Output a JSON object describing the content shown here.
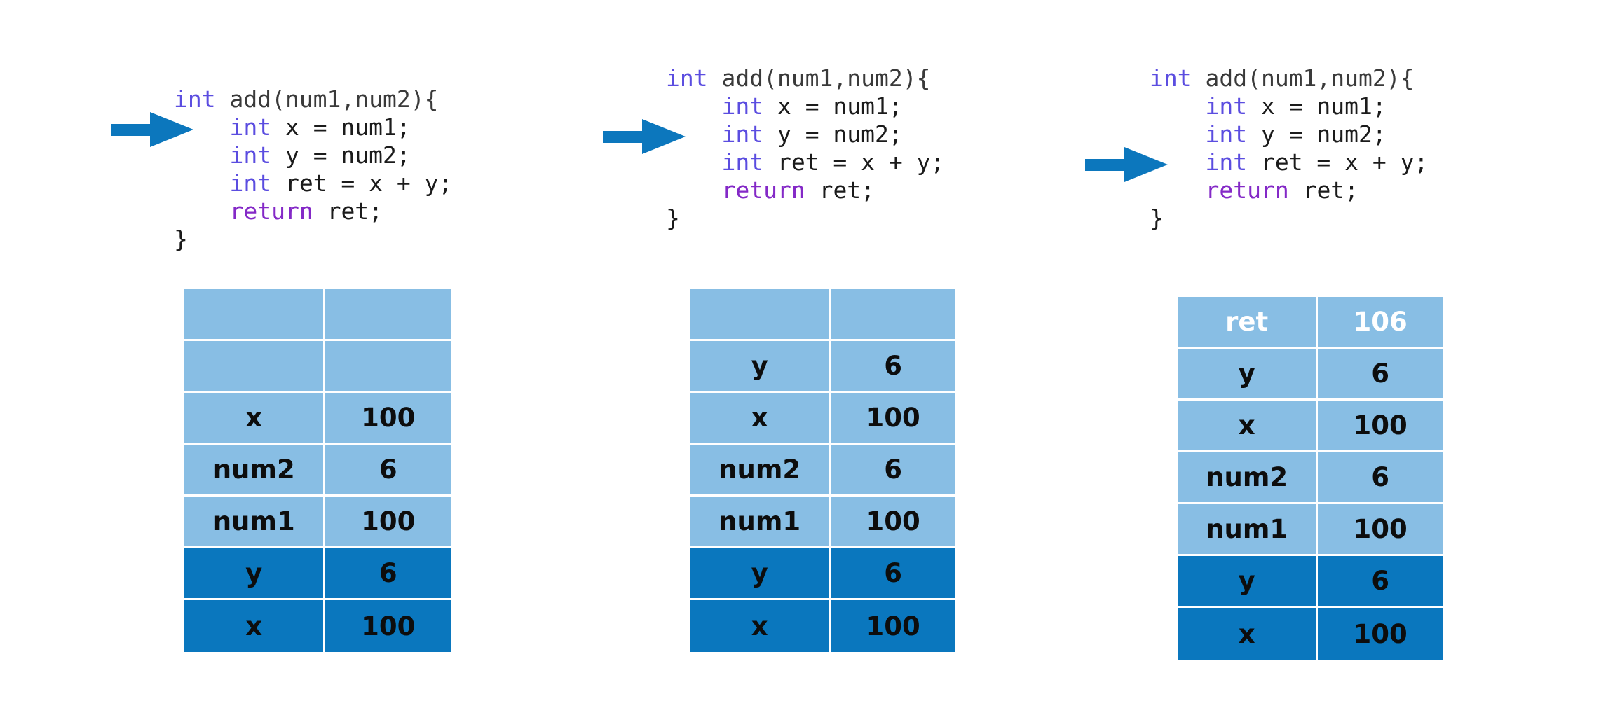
{
  "meta": {
    "background_color": "#ffffff",
    "arrow_color": "#0c77bd",
    "row_light_color": "#88bee4",
    "row_dark_color": "#0a77be",
    "grid_line_color": "#ffffff",
    "keyword_int_color": "#5b4de0",
    "keyword_return_color": "#8429c7",
    "code_text_color": "#1b1b1b"
  },
  "panels": [
    {
      "id": "panel-1",
      "arrow_name": "execution-pointer-arrow",
      "arrow_target_line_index": 1,
      "code": {
        "lines": [
          {
            "indent": "",
            "kw": "int",
            "kw_type": "int",
            "rest": " add(num1,num2){"
          },
          {
            "indent": "    ",
            "kw": "int",
            "kw_type": "int",
            "rest": " x = num1;"
          },
          {
            "indent": "    ",
            "kw": "int",
            "kw_type": "int",
            "rest": " y = num2;"
          },
          {
            "indent": "    ",
            "kw": "int",
            "kw_type": "int",
            "rest": " ret = x + y;"
          },
          {
            "indent": "    ",
            "kw": "return",
            "kw_type": "return",
            "rest": " ret;"
          },
          {
            "indent": "",
            "kw": "",
            "kw_type": "none",
            "rest": "}"
          }
        ]
      },
      "stack": {
        "name": "call-stack-table",
        "rows": [
          {
            "name": "",
            "value": "",
            "shade": "light",
            "white_text": false
          },
          {
            "name": "",
            "value": "",
            "shade": "light",
            "white_text": false
          },
          {
            "name": "x",
            "value": "100",
            "shade": "light",
            "white_text": false
          },
          {
            "name": "num2",
            "value": "6",
            "shade": "light",
            "white_text": false
          },
          {
            "name": "num1",
            "value": "100",
            "shade": "light",
            "white_text": false
          },
          {
            "name": "y",
            "value": "6",
            "shade": "dark",
            "white_text": false
          },
          {
            "name": "x",
            "value": "100",
            "shade": "dark",
            "white_text": false
          }
        ]
      }
    },
    {
      "id": "panel-2",
      "arrow_name": "execution-pointer-arrow",
      "arrow_target_line_index": 2,
      "code": {
        "lines": [
          {
            "indent": "",
            "kw": "int",
            "kw_type": "int",
            "rest": " add(num1,num2){"
          },
          {
            "indent": "    ",
            "kw": "int",
            "kw_type": "int",
            "rest": " x = num1;"
          },
          {
            "indent": "    ",
            "kw": "int",
            "kw_type": "int",
            "rest": " y = num2;"
          },
          {
            "indent": "    ",
            "kw": "int",
            "kw_type": "int",
            "rest": " ret = x + y;"
          },
          {
            "indent": "    ",
            "kw": "return",
            "kw_type": "return",
            "rest": " ret;"
          },
          {
            "indent": "",
            "kw": "",
            "kw_type": "none",
            "rest": "}"
          }
        ]
      },
      "stack": {
        "name": "call-stack-table",
        "rows": [
          {
            "name": "",
            "value": "",
            "shade": "light",
            "white_text": false
          },
          {
            "name": "y",
            "value": "6",
            "shade": "light",
            "white_text": false
          },
          {
            "name": "x",
            "value": "100",
            "shade": "light",
            "white_text": false
          },
          {
            "name": "num2",
            "value": "6",
            "shade": "light",
            "white_text": false
          },
          {
            "name": "num1",
            "value": "100",
            "shade": "light",
            "white_text": false
          },
          {
            "name": "y",
            "value": "6",
            "shade": "dark",
            "white_text": false
          },
          {
            "name": "x",
            "value": "100",
            "shade": "dark",
            "white_text": false
          }
        ]
      }
    },
    {
      "id": "panel-3",
      "arrow_name": "execution-pointer-arrow",
      "arrow_target_line_index": 3,
      "code": {
        "lines": [
          {
            "indent": "",
            "kw": "int",
            "kw_type": "int",
            "rest": " add(num1,num2){"
          },
          {
            "indent": "    ",
            "kw": "int",
            "kw_type": "int",
            "rest": " x = num1;"
          },
          {
            "indent": "    ",
            "kw": "int",
            "kw_type": "int",
            "rest": " y = num2;"
          },
          {
            "indent": "    ",
            "kw": "int",
            "kw_type": "int",
            "rest": " ret = x + y;"
          },
          {
            "indent": "    ",
            "kw": "return",
            "kw_type": "return",
            "rest": " ret;"
          },
          {
            "indent": "",
            "kw": "",
            "kw_type": "none",
            "rest": "}"
          }
        ]
      },
      "stack": {
        "name": "call-stack-table",
        "rows": [
          {
            "name": "ret",
            "value": "106",
            "shade": "light",
            "white_text": true
          },
          {
            "name": "y",
            "value": "6",
            "shade": "light",
            "white_text": false
          },
          {
            "name": "x",
            "value": "100",
            "shade": "light",
            "white_text": false
          },
          {
            "name": "num2",
            "value": "6",
            "shade": "light",
            "white_text": false
          },
          {
            "name": "num1",
            "value": "100",
            "shade": "light",
            "white_text": false
          },
          {
            "name": "y",
            "value": "6",
            "shade": "dark",
            "white_text": false
          },
          {
            "name": "x",
            "value": "100",
            "shade": "dark",
            "white_text": false
          }
        ]
      }
    }
  ]
}
